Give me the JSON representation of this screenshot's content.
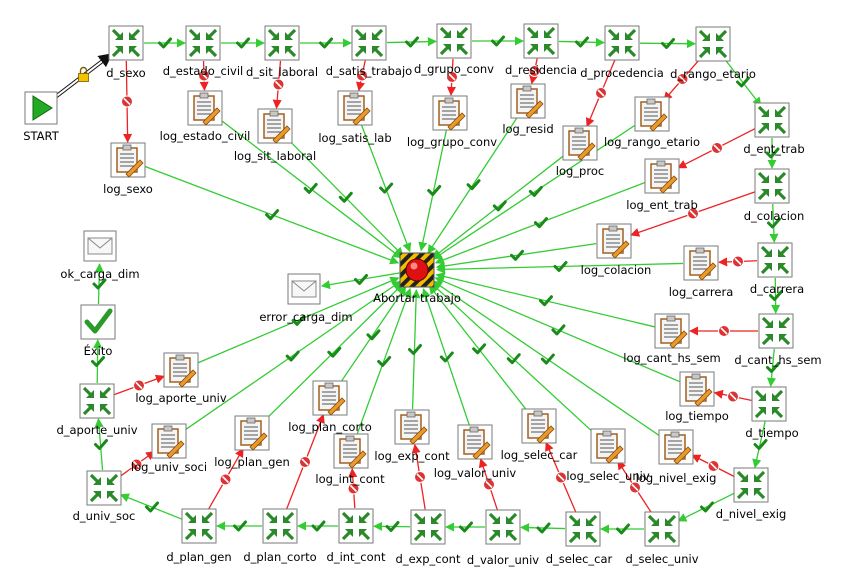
{
  "start": {
    "label": "START"
  },
  "abort": {
    "label": "Abortar trabajo"
  },
  "nodes": [
    {
      "id": "d_sexo",
      "label": "d_sexo",
      "kind": "step"
    },
    {
      "id": "d_estado_civil",
      "label": "d_estado_civil",
      "kind": "step"
    },
    {
      "id": "d_sit_laboral",
      "label": "d_sit_laboral",
      "kind": "step"
    },
    {
      "id": "d_satis_trabajo",
      "label": "d_satis_trabajo",
      "kind": "step"
    },
    {
      "id": "d_grupo_conv",
      "label": "d_grupo_conv",
      "kind": "step"
    },
    {
      "id": "d_residencia",
      "label": "d_residencia",
      "kind": "step"
    },
    {
      "id": "d_procedencia",
      "label": "d_procedencia",
      "kind": "step"
    },
    {
      "id": "d_rango_etario",
      "label": "d_rango_etario",
      "kind": "step"
    },
    {
      "id": "d_ent_trab",
      "label": "d_ent_trab",
      "kind": "step"
    },
    {
      "id": "d_colacion",
      "label": "d_colacion",
      "kind": "step"
    },
    {
      "id": "d_carrera",
      "label": "d_carrera",
      "kind": "step"
    },
    {
      "id": "d_cant_hs_sem",
      "label": "d_cant_hs_sem",
      "kind": "step"
    },
    {
      "id": "d_tiempo",
      "label": "d_tiempo",
      "kind": "step"
    },
    {
      "id": "d_nivel_exig",
      "label": "d_nivel_exig",
      "kind": "step"
    },
    {
      "id": "d_selec_univ",
      "label": "d_selec_univ",
      "kind": "step"
    },
    {
      "id": "d_selec_car",
      "label": "d_selec_car",
      "kind": "step"
    },
    {
      "id": "d_valor_univ",
      "label": "d_valor_univ",
      "kind": "step"
    },
    {
      "id": "d_exp_cont",
      "label": "d_exp_cont",
      "kind": "step"
    },
    {
      "id": "d_int_cont",
      "label": "d_int_cont",
      "kind": "step"
    },
    {
      "id": "d_plan_corto",
      "label": "d_plan_corto",
      "kind": "step"
    },
    {
      "id": "d_plan_gen",
      "label": "d_plan_gen",
      "kind": "step"
    },
    {
      "id": "d_univ_soc",
      "label": "d_univ_soc",
      "kind": "step"
    },
    {
      "id": "d_aporte_univ",
      "label": "d_aporte_univ",
      "kind": "step"
    },
    {
      "id": "exito",
      "label": "Éxito",
      "kind": "success"
    },
    {
      "id": "ok_carga_dim",
      "label": "ok_carga_dim",
      "kind": "mail"
    },
    {
      "id": "error_carga_dim",
      "label": "error_carga_dim",
      "kind": "mail"
    },
    {
      "id": "log_sexo",
      "label": "log_sexo",
      "kind": "log"
    },
    {
      "id": "log_estado_civil",
      "label": "log_estado_civil",
      "kind": "log"
    },
    {
      "id": "log_sit_laboral",
      "label": "log_sit_laboral",
      "kind": "log"
    },
    {
      "id": "log_satis_lab",
      "label": "log_satis_lab",
      "kind": "log"
    },
    {
      "id": "log_grupo_conv",
      "label": "log_grupo_conv",
      "kind": "log"
    },
    {
      "id": "log_resid",
      "label": "log_resid",
      "kind": "log"
    },
    {
      "id": "log_proc",
      "label": "log_proc",
      "kind": "log"
    },
    {
      "id": "log_rango_etario",
      "label": "log_rango_etario",
      "kind": "log"
    },
    {
      "id": "log_ent_trab",
      "label": "log_ent_trab",
      "kind": "log"
    },
    {
      "id": "log_colacion",
      "label": "log_colacion",
      "kind": "log"
    },
    {
      "id": "log_carrera",
      "label": "log_carrera",
      "kind": "log"
    },
    {
      "id": "log_cant_hs_sem",
      "label": "log_cant_hs_sem",
      "kind": "log"
    },
    {
      "id": "log_tiempo",
      "label": "log_tiempo",
      "kind": "log"
    },
    {
      "id": "log_nivel_exig",
      "label": "log_nivel_exig",
      "kind": "log"
    },
    {
      "id": "log_selec_univ",
      "label": "log_selec_univ",
      "kind": "log"
    },
    {
      "id": "log_selec_car",
      "label": "log_selec_car",
      "kind": "log"
    },
    {
      "id": "log_valor_univ",
      "label": "log_valor_univ",
      "kind": "log"
    },
    {
      "id": "log_exp_cont",
      "label": "log_exp_cont",
      "kind": "log"
    },
    {
      "id": "log_int_cont",
      "label": "log_int_cont",
      "kind": "log"
    },
    {
      "id": "log_plan_corto",
      "label": "log_plan_corto",
      "kind": "log"
    },
    {
      "id": "log_plan_gen",
      "label": "log_plan_gen",
      "kind": "log"
    },
    {
      "id": "log_univ_soci",
      "label": "log_univ_soci",
      "kind": "log"
    },
    {
      "id": "log_aporte_univ",
      "label": "log_aporte_univ",
      "kind": "log"
    }
  ],
  "colors": {
    "success_hop": "#33cc33",
    "error_hop": "#ee2222",
    "step_icon": "#2a8a2a",
    "start_icon": "#22aa22"
  }
}
